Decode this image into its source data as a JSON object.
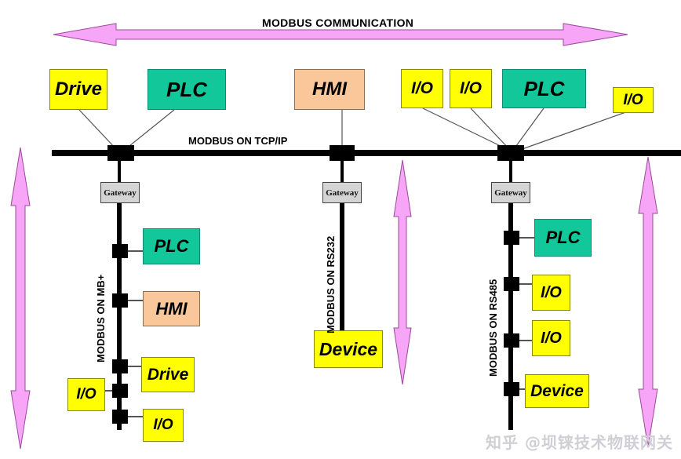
{
  "diagram": {
    "title": "MODBUS COMMUNICATION",
    "backbone_label": "MODBUS ON TCP/IP",
    "gateway_label": "Gateway",
    "watermark": "知乎 @坝铼技术物联网关",
    "colors": {
      "yellow": "#ffff00",
      "teal": "#12c79a",
      "peach": "#fac79a",
      "gateway_gray": "#d4d4d4",
      "pink_arrow_fill": "#f7a5f7",
      "pink_arrow_stroke": "#b14fb1",
      "bus_black": "#000000"
    }
  },
  "top_devices": [
    {
      "label": "Drive",
      "kind": "yellow"
    },
    {
      "label": "PLC",
      "kind": "teal"
    },
    {
      "label": "HMI",
      "kind": "peach"
    },
    {
      "label": "I/O",
      "kind": "yellow"
    },
    {
      "label": "I/O",
      "kind": "yellow"
    },
    {
      "label": "PLC",
      "kind": "teal"
    },
    {
      "label": "I/O",
      "kind": "yellow"
    }
  ],
  "branches": [
    {
      "name": "mbplus",
      "label": "MODBUS ON MB+",
      "gateway": "Gateway",
      "devices": [
        {
          "label": "PLC",
          "kind": "teal"
        },
        {
          "label": "HMI",
          "kind": "peach"
        },
        {
          "label": "Drive",
          "kind": "yellow"
        },
        {
          "label": "I/O",
          "kind": "yellow"
        },
        {
          "label": "I/O",
          "kind": "yellow"
        }
      ]
    },
    {
      "name": "rs232",
      "label": "MODBUS ON RS232",
      "gateway": "Gateway",
      "devices": [
        {
          "label": "Device",
          "kind": "yellow"
        }
      ]
    },
    {
      "name": "rs485",
      "label": "MODBUS ON RS485",
      "gateway": "Gateway",
      "devices": [
        {
          "label": "PLC",
          "kind": "teal"
        },
        {
          "label": "I/O",
          "kind": "yellow"
        },
        {
          "label": "I/O",
          "kind": "yellow"
        },
        {
          "label": "Device",
          "kind": "yellow"
        }
      ]
    }
  ]
}
